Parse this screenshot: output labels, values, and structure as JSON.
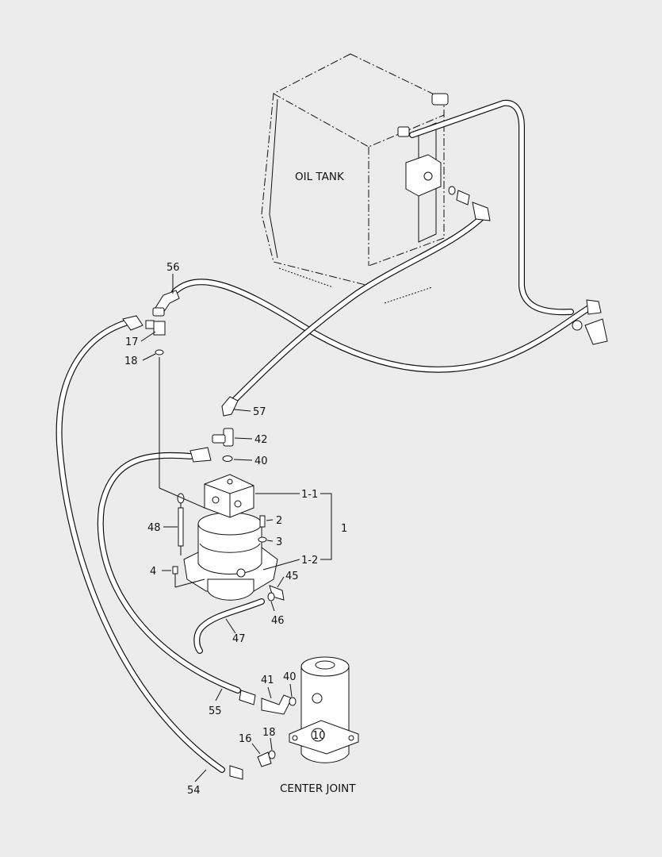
{
  "labels": {
    "oil_tank": "OIL TANK",
    "center_joint": "CENTER JOINT",
    "p56": "56",
    "p17": "17",
    "p18a": "18",
    "p57": "57",
    "p42": "42",
    "p40a": "40",
    "p1_1": "1-1",
    "p1": "1",
    "p2": "2",
    "p3": "3",
    "p48": "48",
    "p4": "4",
    "p1_2": "1-2",
    "p45": "45",
    "p46": "46",
    "p47": "47",
    "p41": "41",
    "p40b": "40",
    "p55": "55",
    "p18b": "18",
    "p16": "16",
    "p10": "10",
    "p54": "54"
  }
}
